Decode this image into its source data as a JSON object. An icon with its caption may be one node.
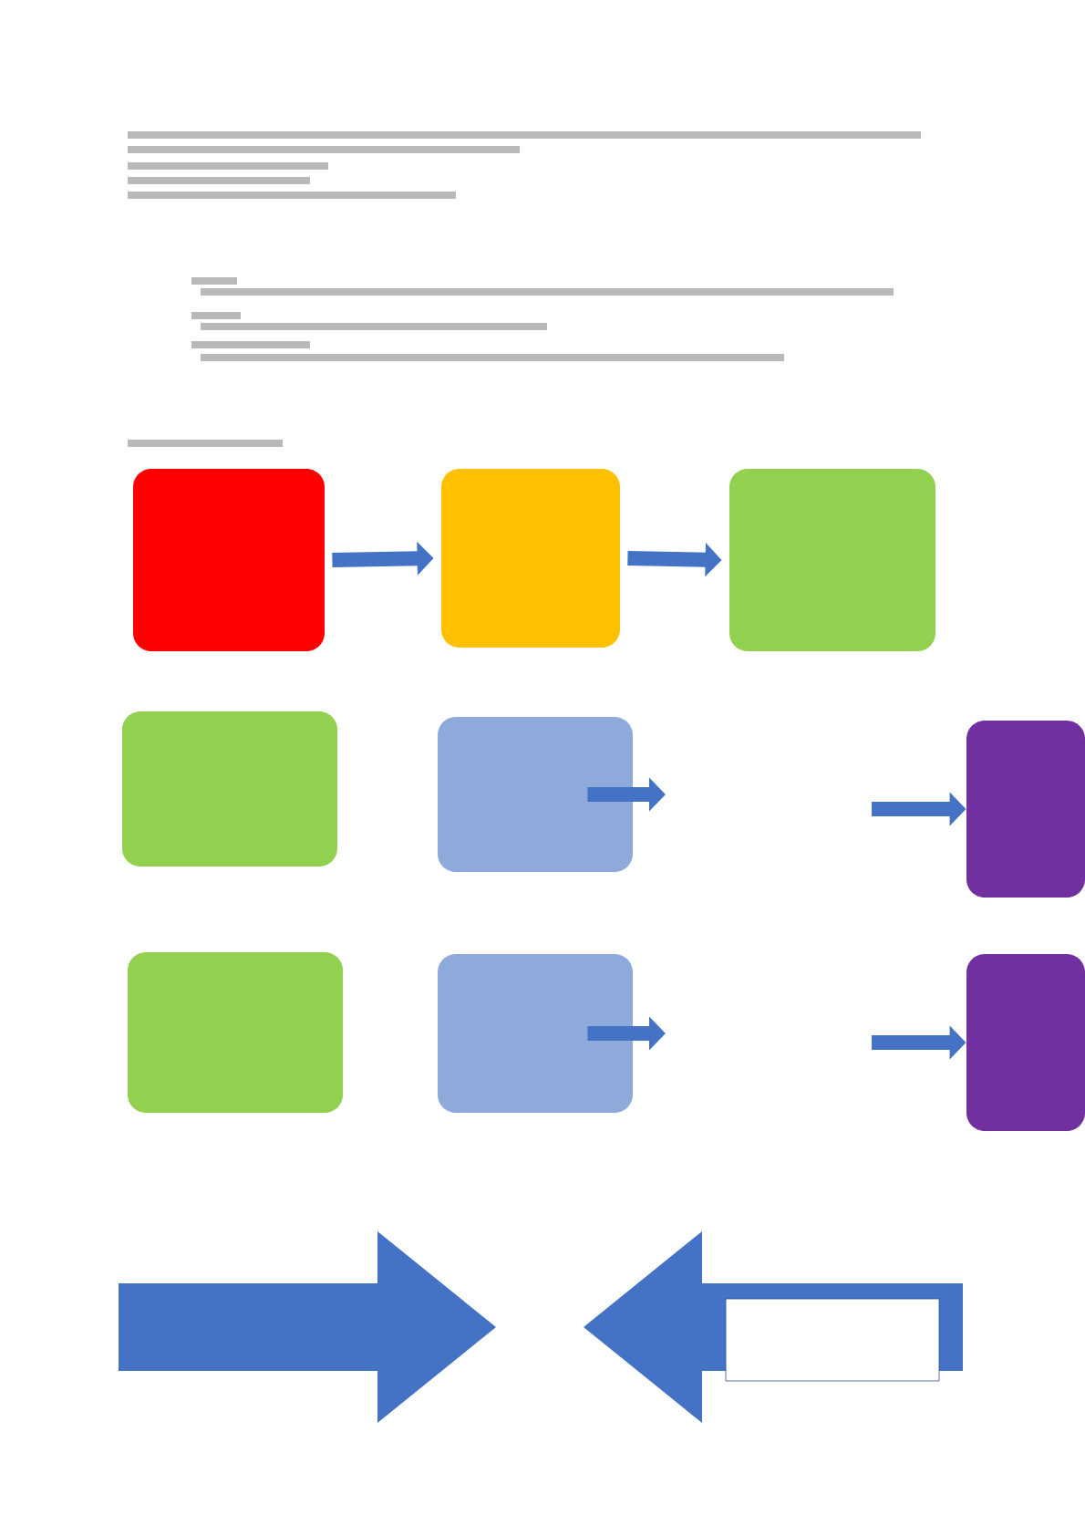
{
  "diagram": {
    "nodes": [
      {
        "text": [],
        "shape": "box"
      },
      {
        "text": [],
        "shape": "box"
      },
      {
        "text": [],
        "shape": "box"
      },
      {
        "text": [],
        "shape": "box"
      },
      {
        "text": [],
        "shape": "box"
      },
      {
        "text": [],
        "shape": "box"
      },
      {
        "text": [],
        "shape": "box"
      },
      {
        "text": [],
        "shape": "box"
      },
      {
        "text": [],
        "shape": "box"
      },
      {
        "text": [],
        "shape": "arrow"
      },
      {
        "text": [],
        "shape": "arrow"
      },
      {
        "text": [],
        "shape": "box",
        "in": 10
      }
    ],
    "edges": [
      {
        "from": 0,
        "to": 1,
        "arrow": "to"
      },
      {
        "from": 1,
        "to": 2,
        "arrow": "to"
      },
      {
        "from": 4,
        "to": null,
        "arrow": "to"
      },
      {
        "from": null,
        "to": 5,
        "arrow": "to"
      },
      {
        "from": 7,
        "to": null,
        "arrow": "to"
      },
      {
        "from": null,
        "to": 8,
        "arrow": "to"
      }
    ]
  }
}
